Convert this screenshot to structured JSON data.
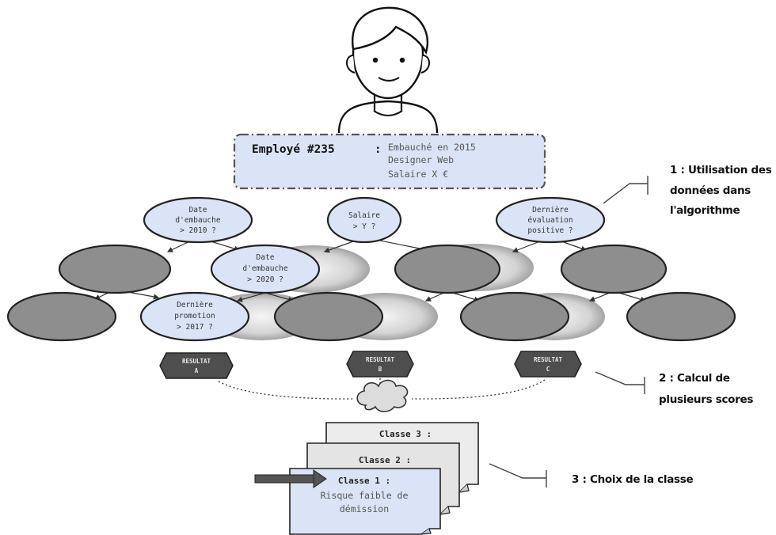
{
  "employee": {
    "id_label": "Employé #235",
    "separator": ":",
    "details": [
      "Embauché en 2015",
      "Designer Web",
      "Salaire X €"
    ]
  },
  "questions": {
    "q1": [
      "Date",
      "d'embauche",
      "> 2010 ?"
    ],
    "q2": [
      "Salaire",
      "> Y ?"
    ],
    "q3": [
      "Dernière",
      "évaluation",
      "positive ?"
    ],
    "q4": [
      "Date",
      "d'embauche",
      "> 2020 ?"
    ],
    "q5": [
      "Dernière",
      "promotion",
      "> 2017 ?"
    ]
  },
  "results": [
    [
      "RESULTAT",
      "A"
    ],
    [
      "RESULTAT",
      "B"
    ],
    [
      "RESULTAT",
      "C"
    ]
  ],
  "classes": {
    "class3": "Classe 3 :",
    "class2": "Classe 2 :",
    "class1": "Classe 1 :",
    "class1_desc": [
      "Risque faible de",
      "démission"
    ]
  },
  "callouts": {
    "step1": [
      "1 : Utilisation des",
      "données dans",
      "l'algorithme"
    ],
    "step2": [
      "2 : Calcul de",
      "plusieurs scores"
    ],
    "step3": [
      "3 : Choix de la classe"
    ]
  },
  "colors": {
    "light_blue": "#dbe4f6",
    "dark_gray_node": "#8e8e8e",
    "badge": "#4e4e4e"
  }
}
